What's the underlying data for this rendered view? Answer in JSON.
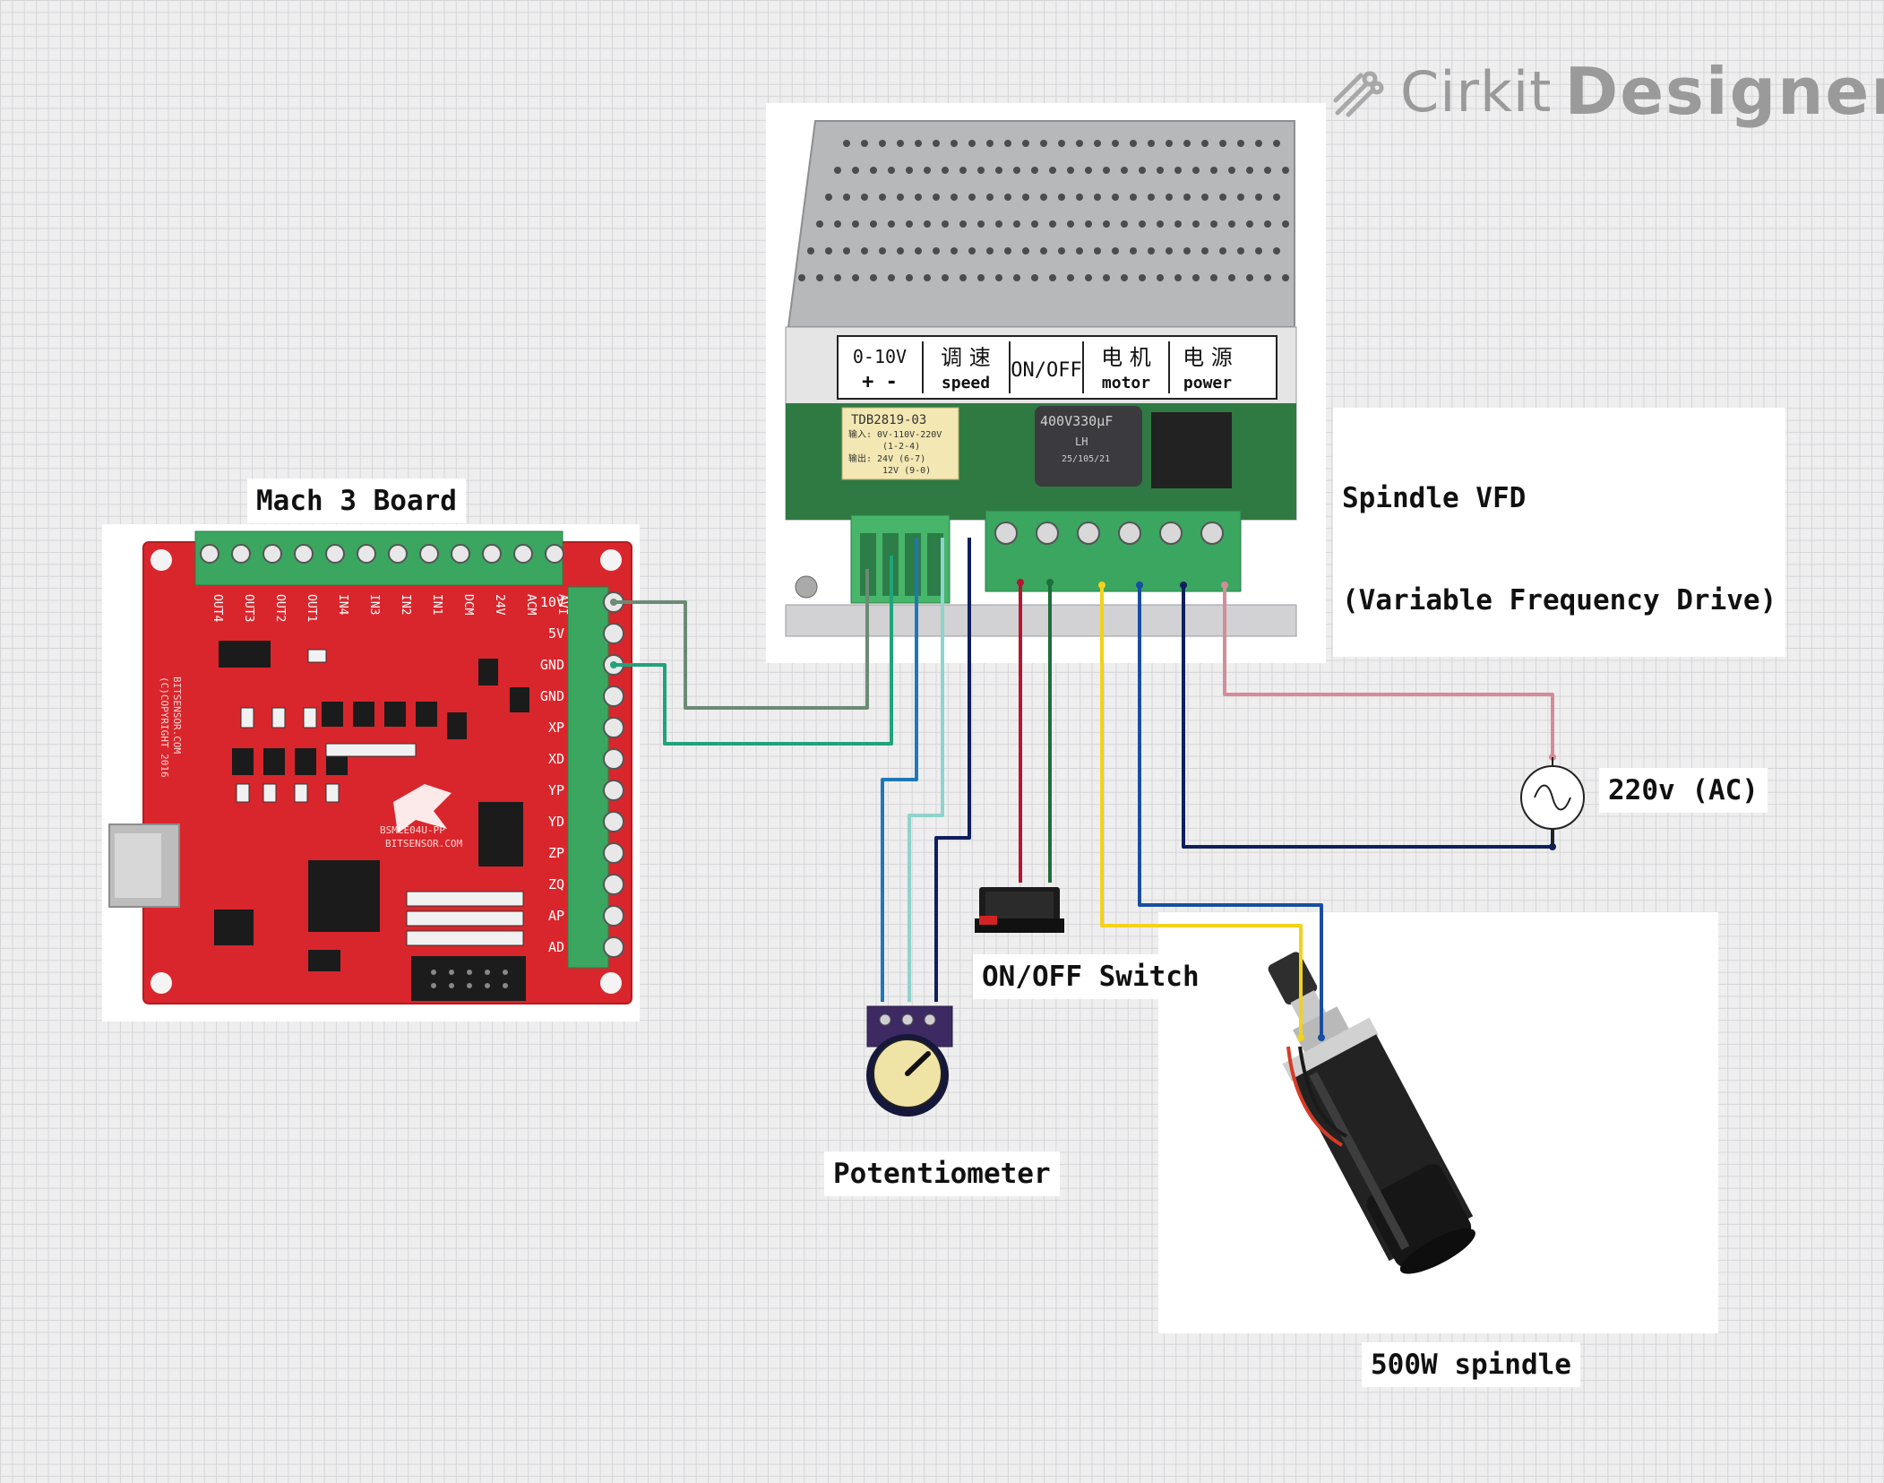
{
  "watermark": {
    "brand_light": "Cirkit",
    "brand_bold": "Designer"
  },
  "labels": {
    "mach3": "Mach 3 Board",
    "vfd_line1": "Spindle VFD",
    "vfd_line2": "(Variable Frequency Drive)",
    "ac": "220v (AC)",
    "switch": "ON/OFF Switch",
    "pot": "Potentiometer",
    "spindle": "500W spindle"
  },
  "mach3_board": {
    "top_pins": [
      "OUT4",
      "OUT3",
      "OUT2",
      "OUT1",
      "IN4",
      "IN3",
      "IN2",
      "IN1",
      "DCM",
      "24V",
      "ACM",
      "AVI"
    ],
    "side_pins": [
      "10V",
      "5V",
      "GND",
      "GND",
      "XP",
      "XD",
      "YP",
      "YD",
      "ZP",
      "ZQ",
      "AP",
      "AD"
    ],
    "silkscreen": [
      "BITSENSOR.COM",
      "(C)COPYRIGHT 2016",
      "BSMCE04U-PP",
      "BITSENSOR.COM"
    ]
  },
  "vfd": {
    "terminal_labels": [
      "0-10V",
      "+ -",
      "调 速",
      "speed",
      "ON/OFF",
      "电 机",
      "motor",
      "电 源",
      "power"
    ],
    "transformer_text": [
      "TDB2819-03",
      "输入: 0V-110V-220V",
      "(1-2-4)",
      "输出: 24V (6-7)",
      "12V (9-0)"
    ],
    "capacitor_text": [
      "400V330μF",
      "LH",
      "25/105/21"
    ]
  },
  "colors": {
    "board_red": "#d9262c",
    "terminal_green": "#3aa660",
    "wire_gray_green": "#6c8a75",
    "wire_teal": "#1fa37a",
    "wire_blue": "#1e78b4",
    "wire_light_teal": "#8fd3cc",
    "wire_navy": "#0f1f5c",
    "wire_red": "#b01833",
    "wire_dark_green": "#1e6e3c",
    "wire_yellow": "#f2d21b",
    "wire_mid_blue": "#184ea0",
    "wire_pink": "#d48c9a"
  },
  "icons": [
    "cirkit-logo-icon",
    "ac-source-icon",
    "usb-port-icon",
    "knob-icon"
  ]
}
